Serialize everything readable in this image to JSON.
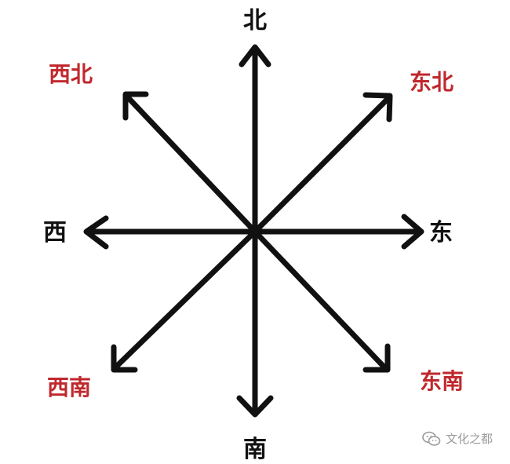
{
  "colors": {
    "arrow": "#111111",
    "main_label": "#111111",
    "intercardinal_label": "#c0282d",
    "watermark": "#9a9a9a"
  },
  "directions": {
    "north": "北",
    "south": "南",
    "east": "东",
    "west": "西",
    "northeast": "东北",
    "northwest": "西北",
    "southeast": "东南",
    "southwest": "西南"
  },
  "watermark": {
    "icon": "wechat-icon",
    "text": "文化之都"
  }
}
